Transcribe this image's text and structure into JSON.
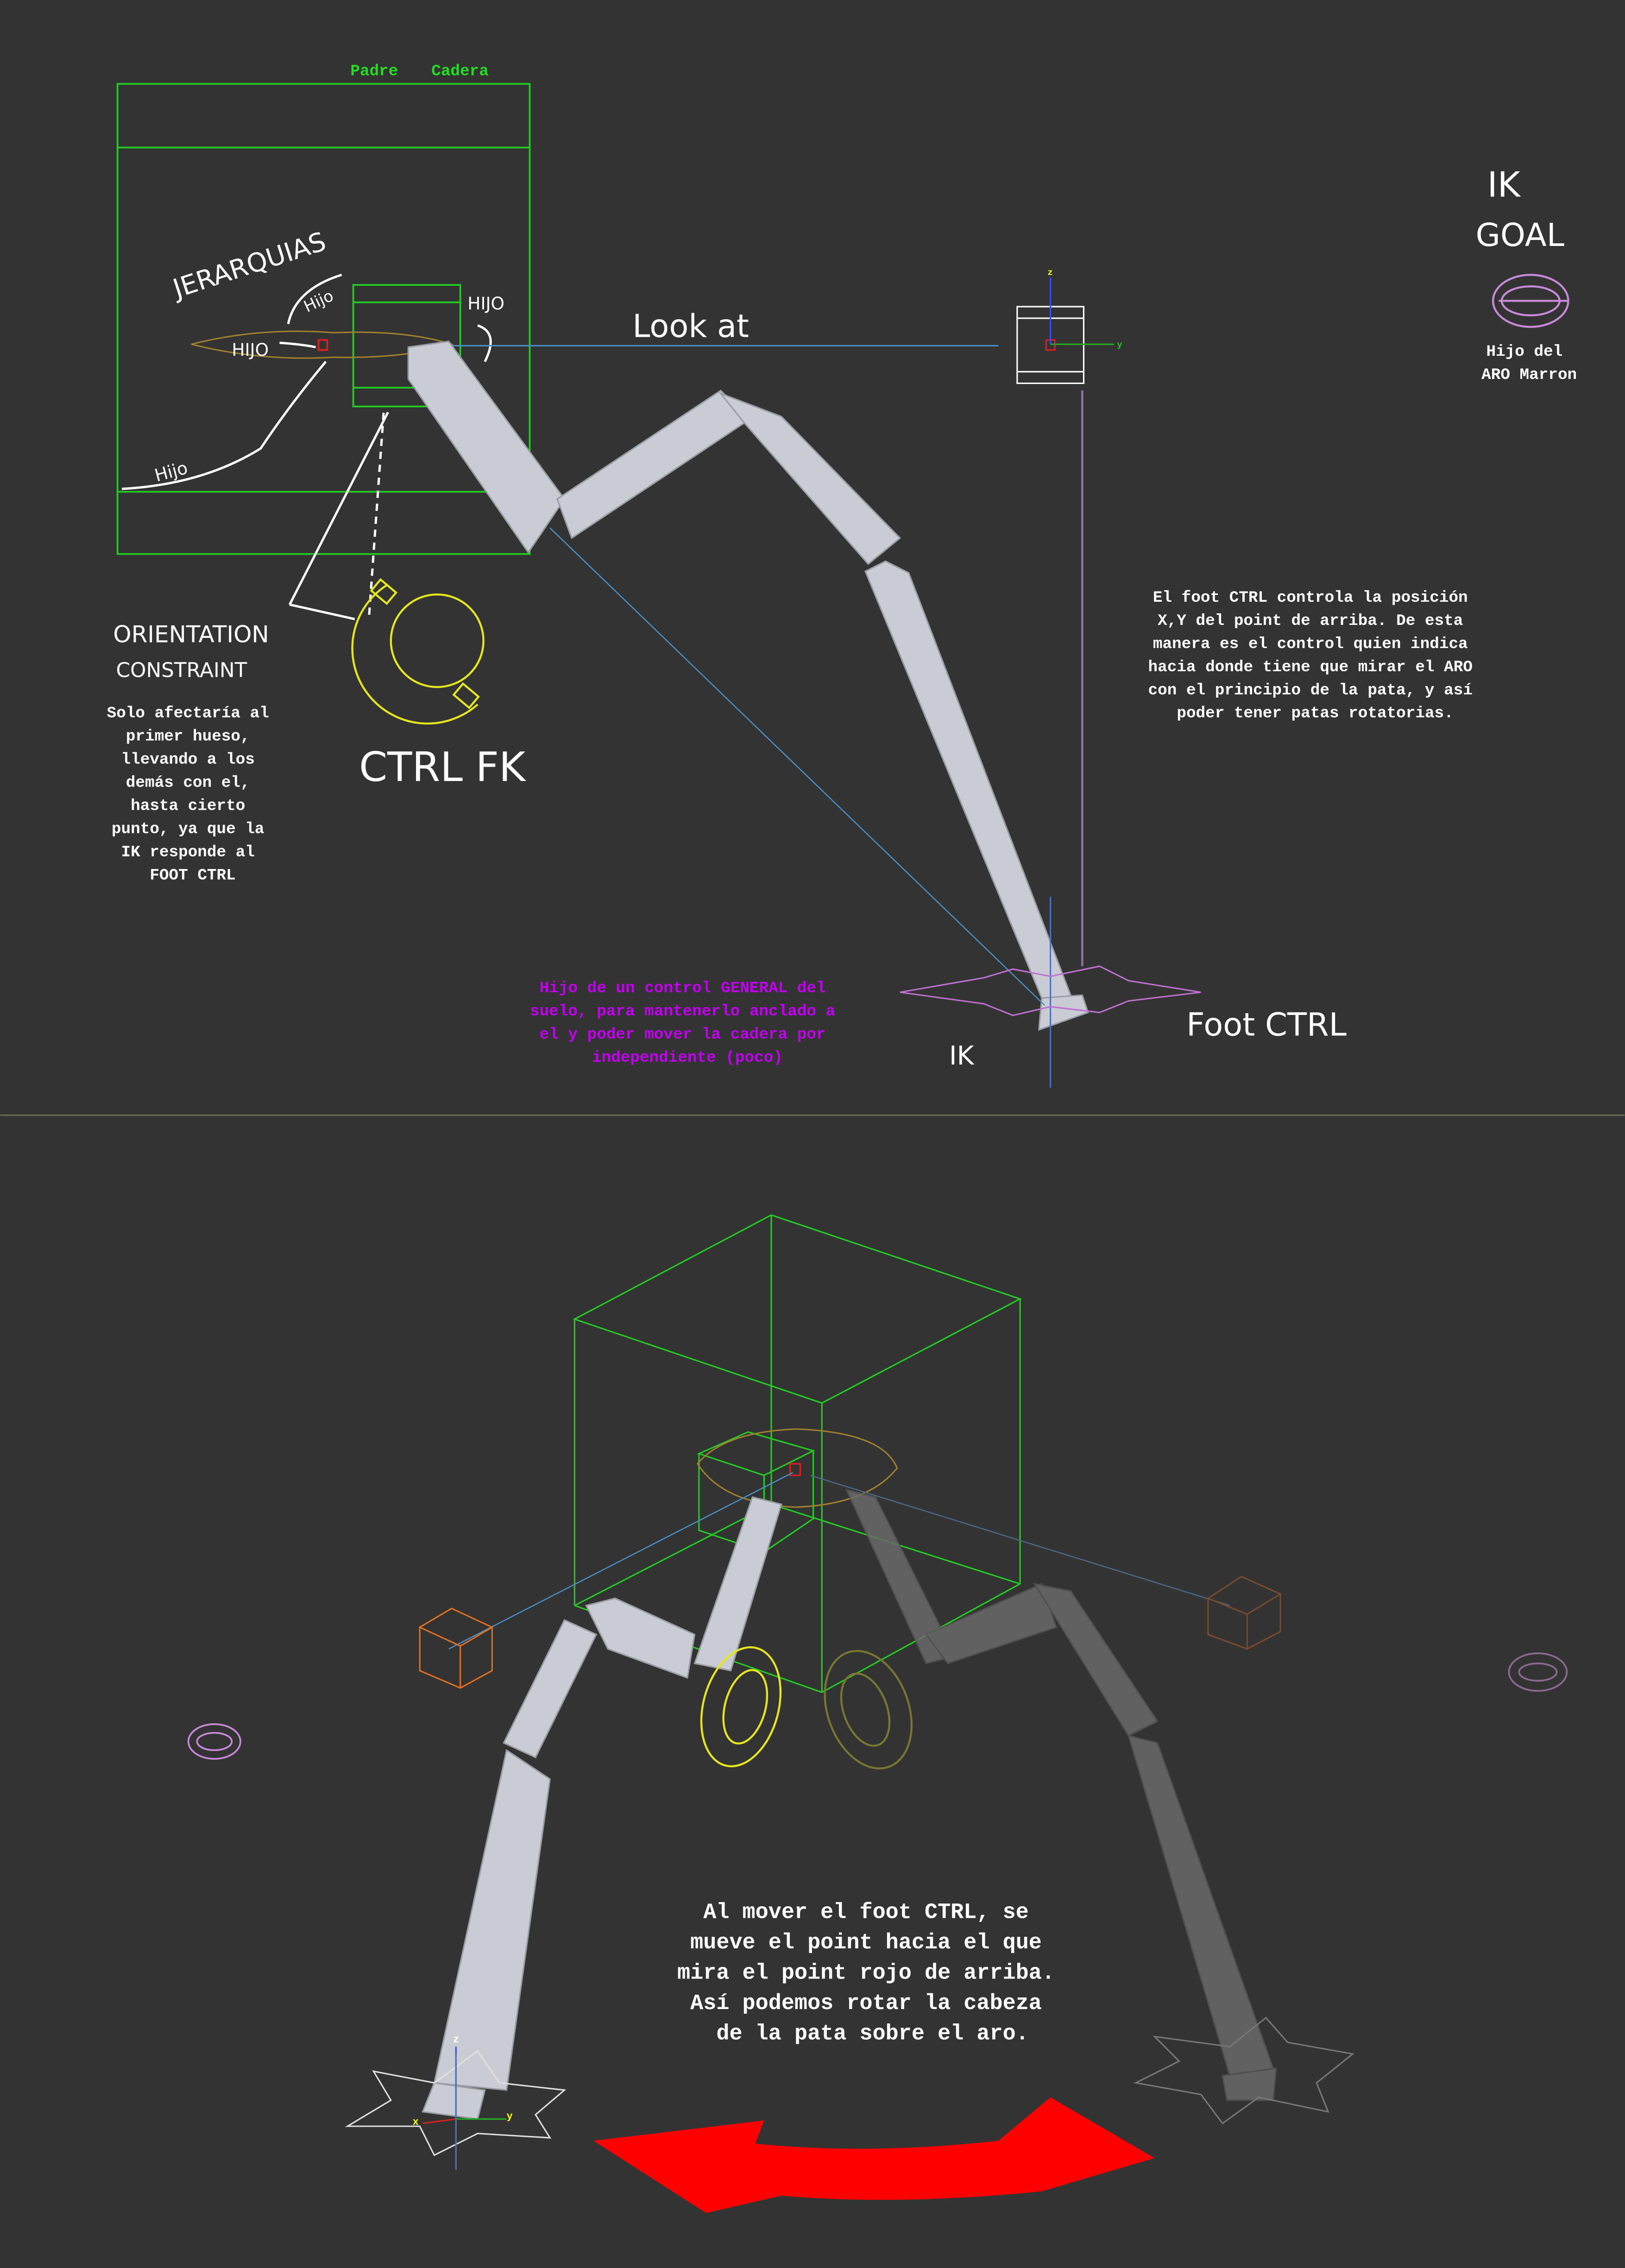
{
  "colors": {
    "background": "#333333",
    "hierarchy_box": "#22cc22",
    "bone": "#c9ccd3",
    "ik_goal": "#c88ad8",
    "fk_ctrl": "#e6e61a",
    "annotation_purple": "#c000ee",
    "arrow_red": "#ff0000",
    "look_at": "#4a90c8"
  },
  "top": {
    "padre_label": "Padre",
    "cadera_label": "Cadera",
    "jerarquias": "JERARQUIAS",
    "hijo_curve": "Hijo",
    "hijo_left": "HIJO",
    "hijo_right": "HIJO",
    "hijo_bottom": "Hijo",
    "look_at": "Look at",
    "ik_goal_1": "IK",
    "ik_goal_2": "GOAL",
    "ik_goal_caption": [
      "Hijo del",
      "ARO Marron"
    ],
    "orientation_1": "ORIENTATION",
    "orientation_2": "CONSTRAINT",
    "orientation_note": [
      "Solo afectaría al",
      "primer hueso,",
      "llevando a los",
      "demás con el,",
      "hasta cierto",
      "punto, ya que la",
      "IK responde al",
      "FOOT CTRL"
    ],
    "ctrl_fk": "CTRL FK",
    "foot_ctrl_note": [
      "El foot CTRL controla la posición",
      "X,Y del point de arriba. De esta",
      "manera es el control quien indica",
      "hacia donde tiene que mirar el ARO",
      "con el principio de la pata, y así",
      "poder tener patas rotatorias."
    ],
    "general_note": [
      "Hijo de un control GENERAL del",
      "suelo, para mantenerlo anclado a",
      "el y poder mover la cadera por",
      "independiente (poco)"
    ],
    "foot_ctrl": "Foot CTRL",
    "ik": "IK",
    "axis_z": "z",
    "axis_y": "y"
  },
  "bottom": {
    "note": [
      "Al mover el foot CTRL, se",
      "mueve el point hacia el que",
      "mira el point rojo de arriba.",
      "Así podemos rotar la cabeza",
      "de la pata sobre el aro."
    ],
    "axis_x": "x",
    "axis_y": "y",
    "axis_z": "z"
  }
}
